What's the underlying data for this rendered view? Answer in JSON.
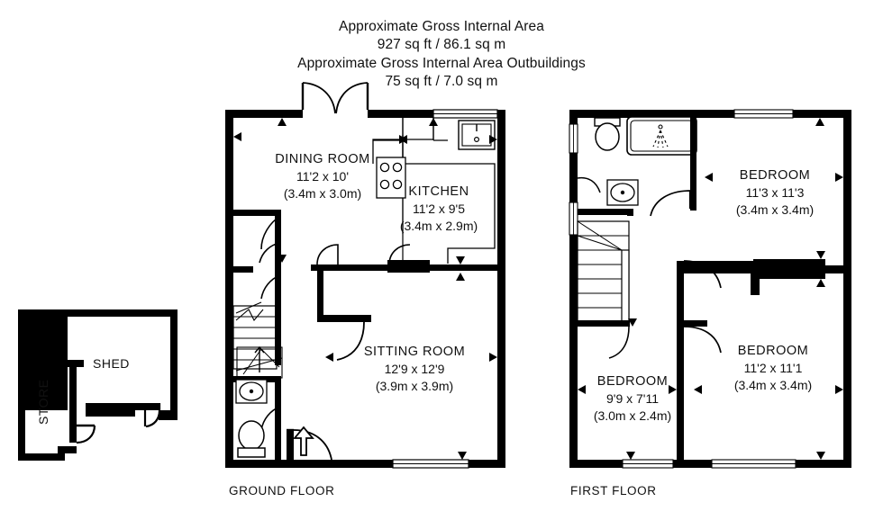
{
  "header": {
    "line1": "Approximate Gross Internal Area",
    "line2": "927 sq ft / 86.1 sq m",
    "line3": "Approximate Gross Internal Area Outbuildings",
    "line4": "75 sq ft / 7.0 sq m"
  },
  "colors": {
    "wall": "#000000",
    "background": "#ffffff",
    "text": "#111111",
    "fixture_outline": "#1a1a1a",
    "window_fill": "#ffffff"
  },
  "floors": [
    {
      "id": "ground",
      "label": "GROUND FLOOR",
      "rooms": [
        {
          "name": "DINING ROOM",
          "dim_imperial": "11'2 x 10'",
          "dim_metric": "(3.4m x 3.0m)"
        },
        {
          "name": "KITCHEN",
          "dim_imperial": "11'2 x 9'5",
          "dim_metric": "(3.4m x 2.9m)"
        },
        {
          "name": "SITTING ROOM",
          "dim_imperial": "12'9 x 12'9",
          "dim_metric": "(3.9m x 3.9m)"
        }
      ],
      "fixtures": [
        "sink",
        "hob",
        "toilet",
        "wash-basin",
        "staircase",
        "entrance-arrow"
      ]
    },
    {
      "id": "first",
      "label": "FIRST FLOOR",
      "rooms": [
        {
          "name": "BEDROOM",
          "dim_imperial": "11'3 x 11'3",
          "dim_metric": "(3.4m x 3.4m)"
        },
        {
          "name": "BEDROOM",
          "dim_imperial": "11'2 x 11'1",
          "dim_metric": "(3.4m x 3.4m)"
        },
        {
          "name": "BEDROOM",
          "dim_imperial": "9'9 x 7'11",
          "dim_metric": "(3.0m x 2.4m)"
        }
      ],
      "fixtures": [
        "toilet",
        "bath-shower",
        "wash-basin",
        "staircase"
      ]
    },
    {
      "id": "outbuilding",
      "label": "",
      "rooms": [
        {
          "name": "SHED",
          "dim_imperial": "",
          "dim_metric": ""
        },
        {
          "name": "STORE",
          "dim_imperial": "",
          "dim_metric": ""
        }
      ],
      "fixtures": []
    }
  ]
}
